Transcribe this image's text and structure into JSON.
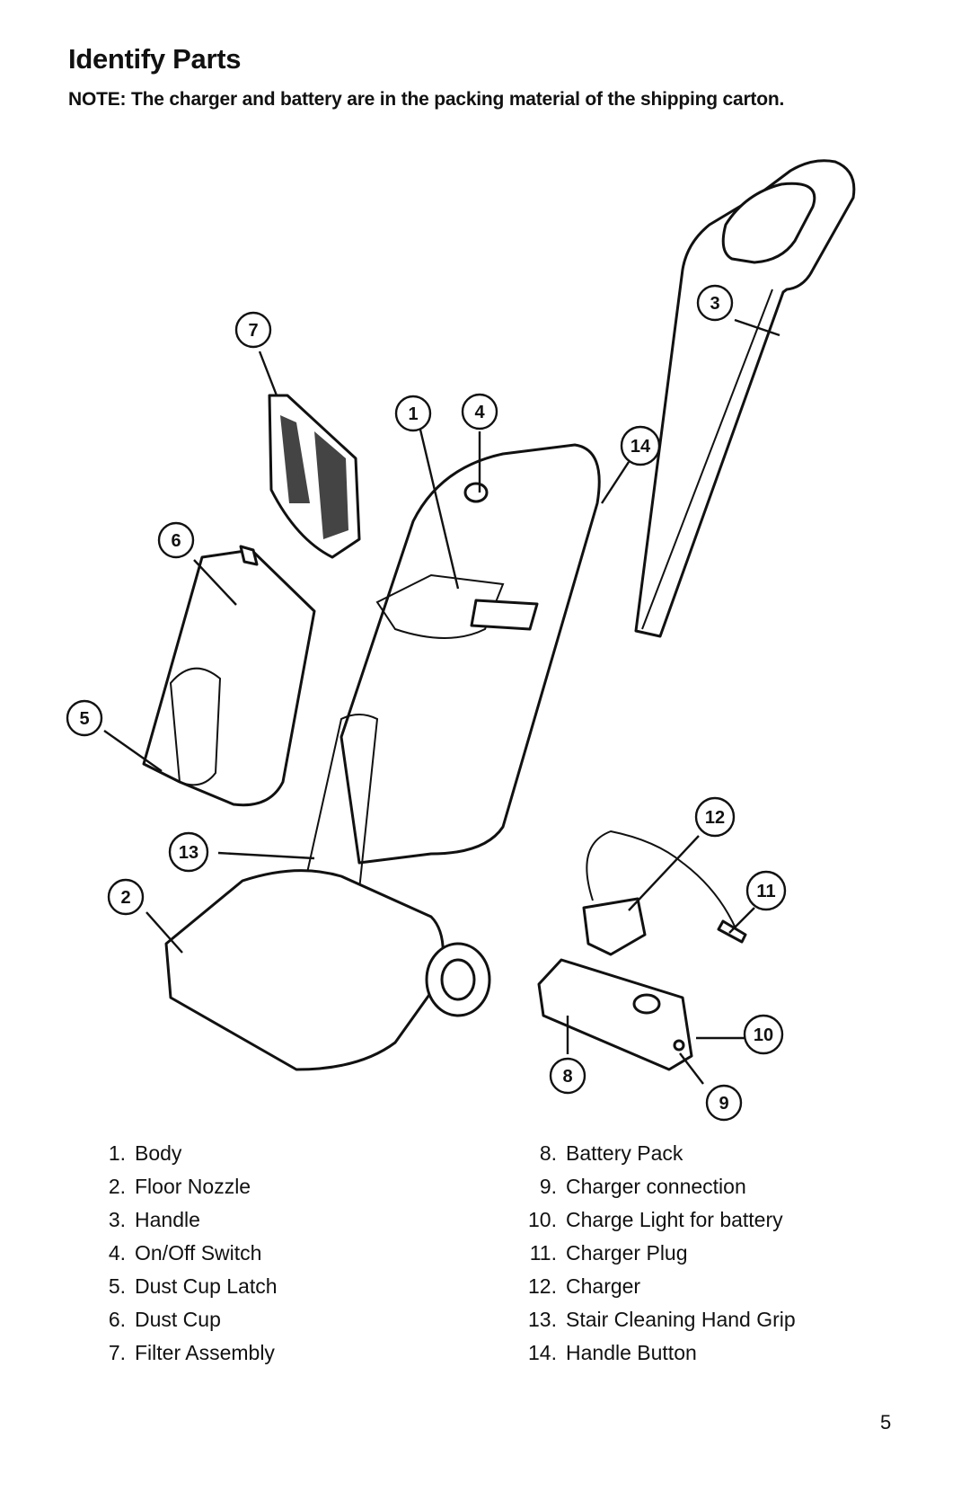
{
  "title": "Identify Parts",
  "note": "NOTE: The charger and battery are in the packing material of the shipping carton.",
  "parts_left": [
    {
      "num": "1.",
      "name": "Body"
    },
    {
      "num": "2.",
      "name": "Floor Nozzle"
    },
    {
      "num": "3.",
      "name": "Handle"
    },
    {
      "num": "4.",
      "name": "On/Off Switch"
    },
    {
      "num": "5.",
      "name": "Dust Cup Latch"
    },
    {
      "num": "6.",
      "name": "Dust Cup"
    },
    {
      "num": "7.",
      "name": "Filter Assembly"
    }
  ],
  "parts_right": [
    {
      "num": "8.",
      "name": "Battery Pack"
    },
    {
      "num": "9.",
      "name": "Charger connection"
    },
    {
      "num": "10.",
      "name": "Charge Light for battery"
    },
    {
      "num": "11.",
      "name": "Charger Plug"
    },
    {
      "num": "12.",
      "name": "Charger"
    },
    {
      "num": "13.",
      "name": "Stair Cleaning Hand Grip"
    },
    {
      "num": "14.",
      "name": "Handle Button"
    }
  ],
  "callouts": [
    "1",
    "2",
    "3",
    "4",
    "5",
    "6",
    "7",
    "8",
    "9",
    "10",
    "11",
    "12",
    "13",
    "14"
  ],
  "page_number": "5"
}
